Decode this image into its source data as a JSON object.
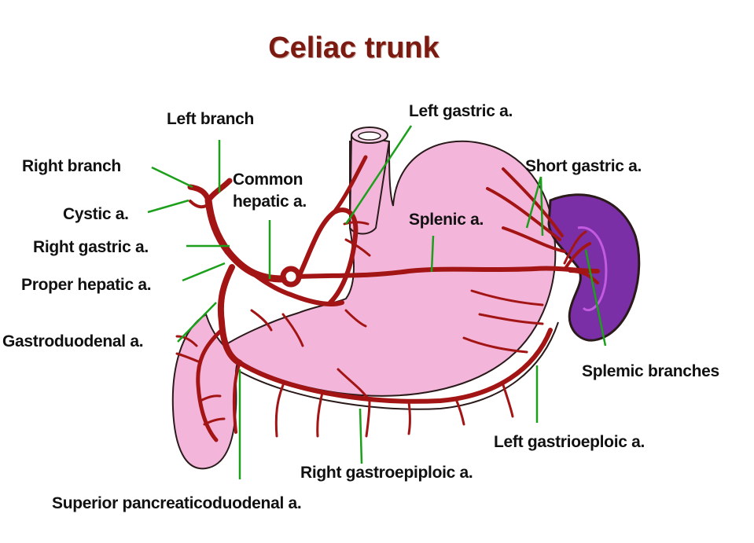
{
  "title": "Celiac trunk",
  "labels": {
    "left_branch": "Left branch",
    "right_branch": "Right branch",
    "cystic": "Cystic a.",
    "right_gastric": "Right gastric a.",
    "proper_hepatic": "Proper hepatic a.",
    "gastroduodenal": "Gastroduodenal a.",
    "common_hepatic_1": "Common",
    "common_hepatic_2": "hepatic a.",
    "left_gastric": "Left gastric a.",
    "short_gastric": "Short gastric a.",
    "splenic": "Splenic a.",
    "splenic_branches": "Splemic branches",
    "left_gastroepiploic": "Left gastrioeploic a.",
    "right_gastroepiploic": "Right gastroepiploic a.",
    "superior_pancreaticoduodenal": "Superior pancreaticoduodenal a."
  },
  "colors": {
    "artery": "#a31515",
    "stomach": "#f3b6da",
    "spleen": "#7b2fa6",
    "leader": "#1ca01c",
    "title": "#7a1a10"
  }
}
